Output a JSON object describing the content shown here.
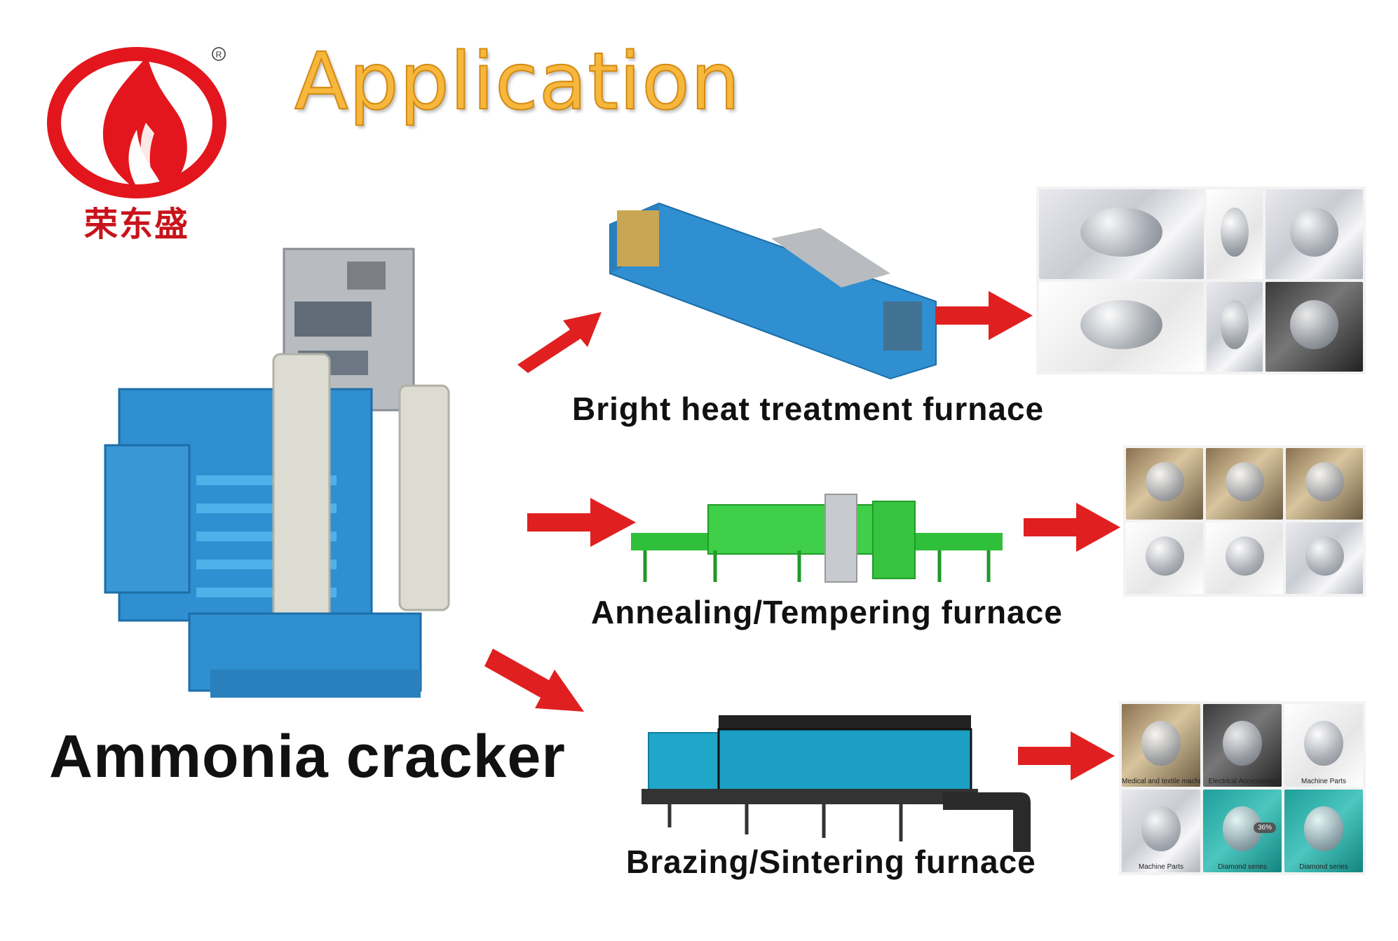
{
  "brand": {
    "logo_text": "荣东盛",
    "registered_mark": "R",
    "logo_color": "#e3161d"
  },
  "title": "Application",
  "title_color": "#f6b73c",
  "arrow_color": "#e02020",
  "source": {
    "label": "Ammonia cracker",
    "body_color": "#2f8fd0"
  },
  "applications": [
    {
      "label": "Bright heat treatment furnace",
      "machine_color": "#2f8fd0",
      "products": [
        {
          "caption": "",
          "style": "silver"
        },
        {
          "caption": "",
          "style": "white"
        },
        {
          "caption": "",
          "style": "silver"
        },
        {
          "caption": "",
          "style": "white"
        },
        {
          "caption": "",
          "style": "silver"
        },
        {
          "caption": "",
          "style": "dark"
        }
      ]
    },
    {
      "label": "Annealing/Tempering furnace",
      "machine_color": "#2fbf3a",
      "products": [
        {
          "caption": "",
          "style": "warm"
        },
        {
          "caption": "",
          "style": "warm"
        },
        {
          "caption": "",
          "style": "warm"
        },
        {
          "caption": "",
          "style": "white"
        },
        {
          "caption": "",
          "style": "white"
        },
        {
          "caption": "",
          "style": "silver"
        }
      ]
    },
    {
      "label": "Brazing/Sintering furnace",
      "machine_color": "#1fa6c9",
      "products": [
        {
          "caption": "Medical and textile machine",
          "style": "warm"
        },
        {
          "caption": "Electrical Accessories",
          "style": "dark"
        },
        {
          "caption": "Machine Parts",
          "style": "white"
        },
        {
          "caption": "Machine Parts",
          "style": "silver"
        },
        {
          "caption": "Diamond series",
          "style": "teal",
          "badge": "36%"
        },
        {
          "caption": "Diamond series",
          "style": "teal"
        }
      ]
    }
  ]
}
